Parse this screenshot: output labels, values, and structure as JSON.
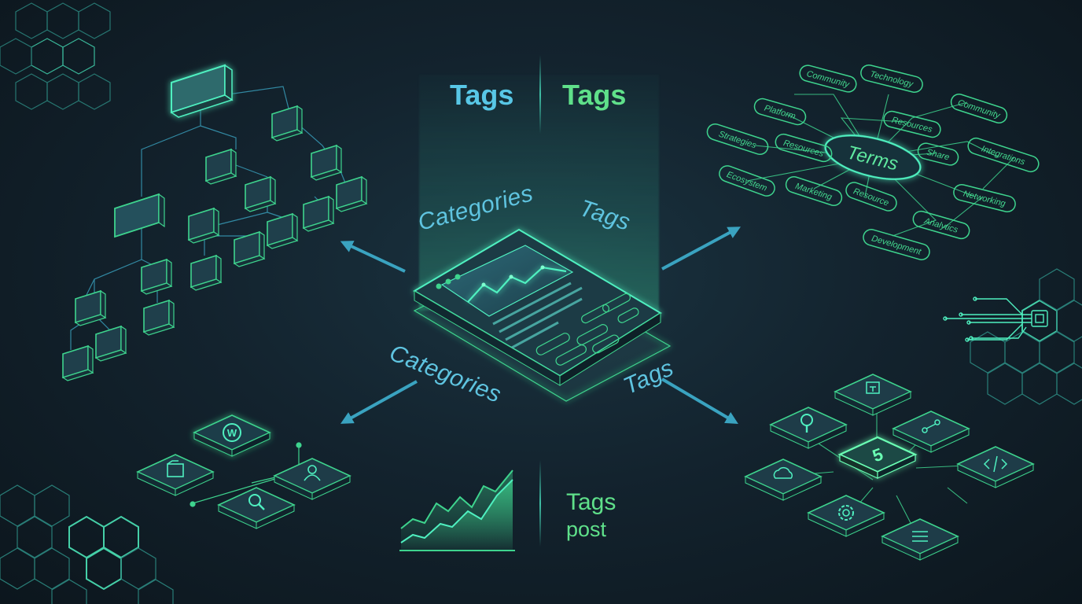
{
  "headers": {
    "top_left": "Tags",
    "top_right": "Tags",
    "bottom_main": "Tags",
    "bottom_sub": "post"
  },
  "floating_labels": {
    "categories_upper": "Categories",
    "tags_upper": "Tags",
    "categories_lower": "Categories",
    "tags_lower": "Tags"
  },
  "mindmap": {
    "center": "Terms",
    "nodes": [
      "Community",
      "Technology",
      "Community",
      "Platform",
      "Resources",
      "Strategies",
      "Resources",
      "Share",
      "Integrations",
      "Ecosystem",
      "Marketing",
      "Resource",
      "Networking",
      "Analytics",
      "Development"
    ]
  },
  "plugin_badge": "5",
  "colors": {
    "accent_green": "#3ed48e",
    "accent_blue": "#58c7e6",
    "background": "#13232e"
  }
}
